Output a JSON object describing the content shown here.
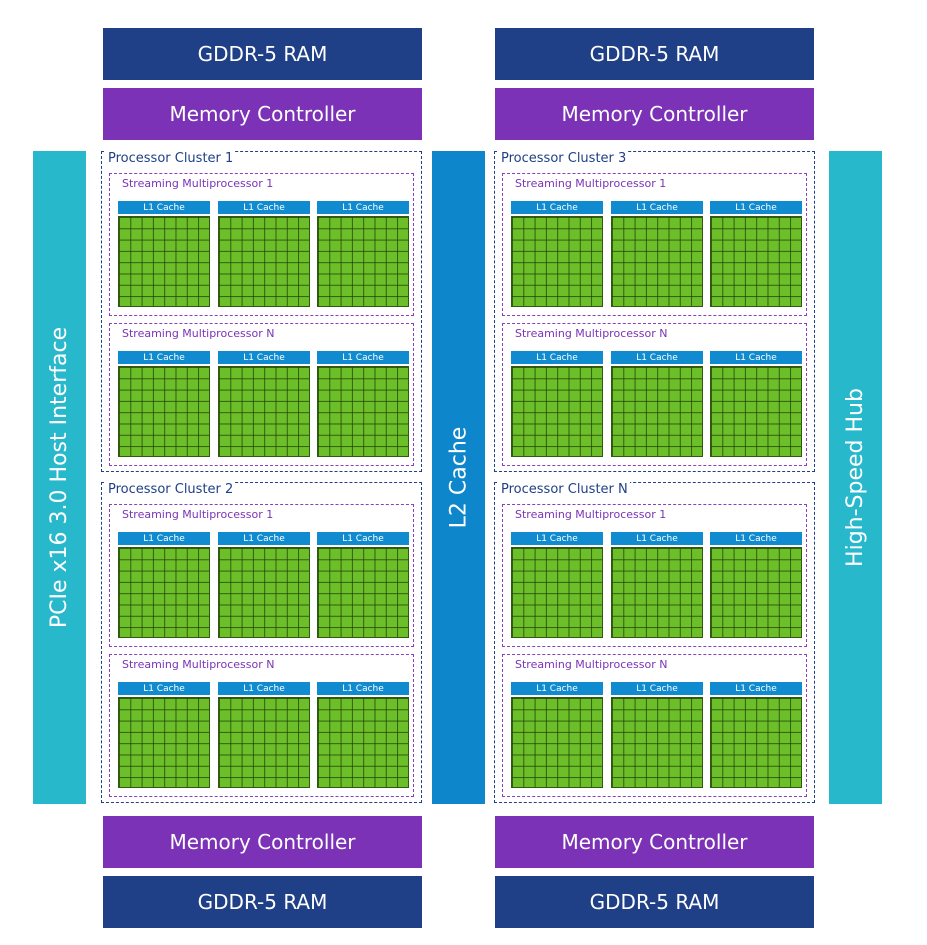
{
  "ram_label": "GDDR-5 RAM",
  "memory_controller_label": "Memory Controller",
  "host_interface_label": "PCIe x16 3.0 Host Interface",
  "l2_cache_label": "L2 Cache",
  "hub_label": "High-Speed Hub",
  "clusters": [
    {
      "title": "Processor Cluster 1",
      "sms": [
        "Streaming Multiprocessor 1",
        "Streaming Multiprocessor N"
      ]
    },
    {
      "title": "Processor Cluster 2",
      "sms": [
        "Streaming Multiprocessor 1",
        "Streaming Multiprocessor N"
      ]
    },
    {
      "title": "Processor Cluster 3",
      "sms": [
        "Streaming Multiprocessor 1",
        "Streaming Multiprocessor N"
      ]
    },
    {
      "title": "Processor Cluster N",
      "sms": [
        "Streaming Multiprocessor 1",
        "Streaming Multiprocessor N"
      ]
    }
  ],
  "l1_cache_label": "L1 Cache",
  "colors": {
    "ram": "#1f3f86",
    "memory_controller": "#7b32b6",
    "host_interface": "#27b8cc",
    "l2_cache": "#0e86cc",
    "l1_cache": "#118bd0",
    "cores": "#6cbf28"
  }
}
